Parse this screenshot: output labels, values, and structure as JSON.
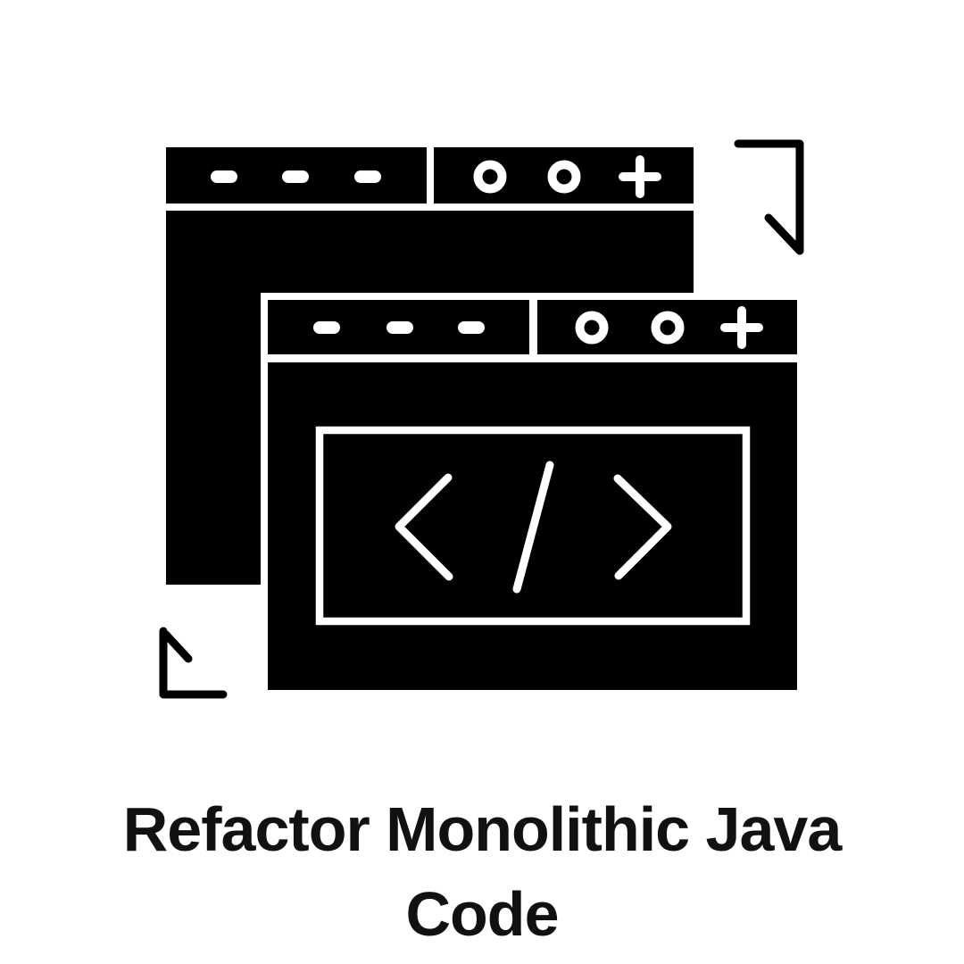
{
  "colors": {
    "background": "#ffffff",
    "icon": "#000000",
    "detail": "#ffffff",
    "text": "#111111"
  },
  "title": {
    "line1": "Refactor Monolithic Java",
    "line2": "Code"
  },
  "icon": {
    "name": "overlapping-browser-windows-code-icon",
    "back_window": {
      "titlebar_left_controls": "three-dashes",
      "titlebar_right_controls": "two-circles-and-plus"
    },
    "front_window": {
      "titlebar_left_controls": "three-dashes",
      "titlebar_right_controls": "two-circles-and-plus",
      "content": "code-tag-glyph"
    },
    "corner_marks": "resize-corner-arrows"
  }
}
